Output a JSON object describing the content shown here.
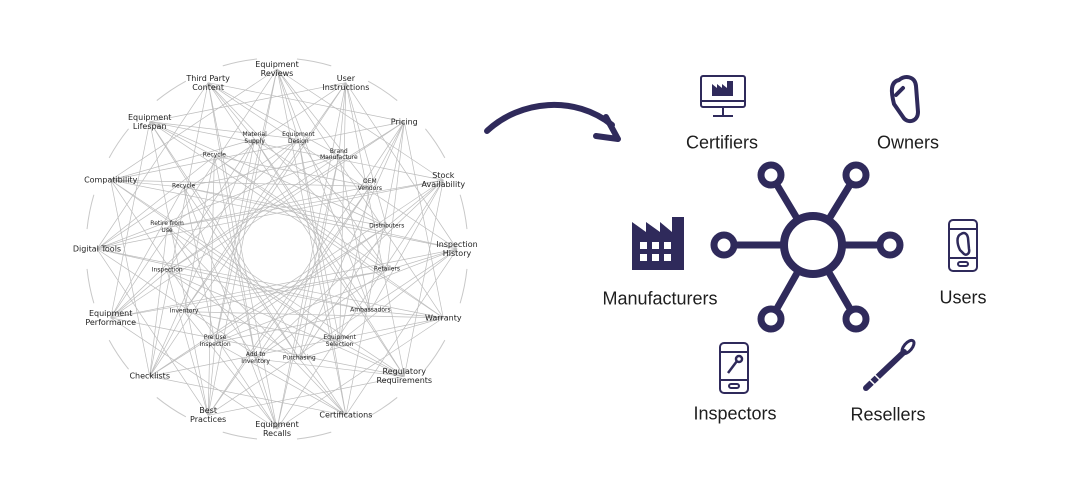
{
  "colors": {
    "accent": "#2f2a5b",
    "web_line": "#bdbdbd",
    "ring": "#c8c8c8",
    "text": "#1f1f1f"
  },
  "left_web": {
    "outer_nodes": [
      "Equipment\nReviews",
      "User\nInstructions",
      "Pricing",
      "Stock\nAvailability",
      "Inspection\nHistory",
      "Warranty",
      "Regulatory\nRequirements",
      "Certifications",
      "Equipment\nRecalls",
      "Best\nPractices",
      "Checklists",
      "Equipment\nPerformance",
      "Digital Tools",
      "Compatibility",
      "Equipment\nLifespan",
      "Third Party\nContent"
    ],
    "inner_nodes": [
      "Equipment\nDesign",
      "Brand\nManufacture",
      "OEM\nVendors",
      "Distributers",
      "Retailers",
      "Ambassadors",
      "Equipment\nSelection",
      "Purchasing",
      "Add to\nInventory",
      "Pre Use\nInspection",
      "Inventory",
      "Inspection",
      "Retire from\nUse",
      "Recycle",
      "Recycle",
      "Material\nSupply"
    ]
  },
  "arrow": {
    "icon": "curved-arrow-icon"
  },
  "right_hub": {
    "roles": [
      {
        "label": "Certifiers",
        "icon": "monitor-factory-icon"
      },
      {
        "label": "Owners",
        "icon": "carabiner-icon"
      },
      {
        "label": "Manufacturers",
        "icon": "factory-icon"
      },
      {
        "label": "Users",
        "icon": "phone-carabiner-icon"
      },
      {
        "label": "Inspectors",
        "icon": "phone-tool-icon"
      },
      {
        "label": "Resellers",
        "icon": "sling-icon"
      }
    ],
    "hub_icon": "network-hub-icon"
  }
}
